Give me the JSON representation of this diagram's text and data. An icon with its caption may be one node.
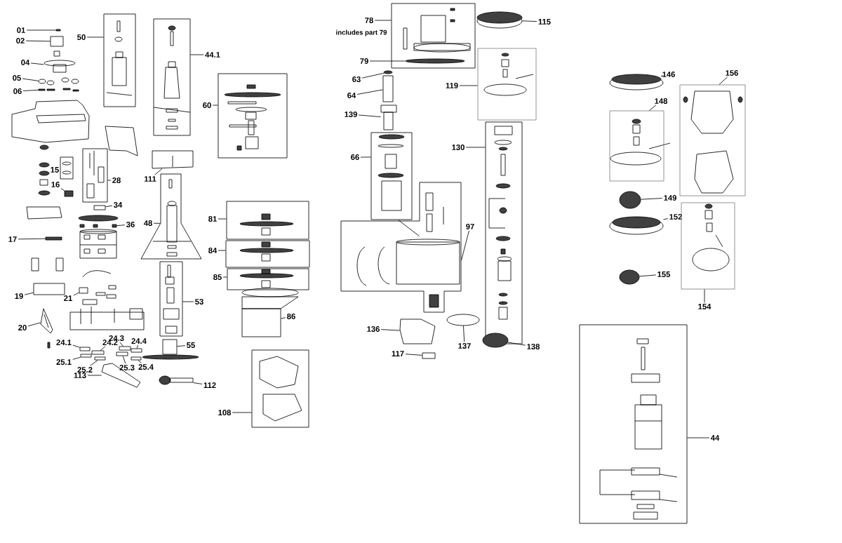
{
  "diagram": {
    "nodes": [
      {
        "text": [
          "01"
        ]
      },
      {
        "text": [
          "02"
        ]
      },
      {
        "text": [],
        "shape": "box"
      },
      {
        "text": [
          "50"
        ]
      },
      {
        "text": [],
        "shape": "box"
      },
      {
        "text": [
          "44.1"
        ]
      },
      {
        "text": [
          "04"
        ]
      },
      {
        "text": [
          "05"
        ]
      },
      {
        "text": [
          "06"
        ]
      },
      {
        "text": [],
        "shape": "box"
      },
      {
        "text": [
          "60"
        ]
      },
      {
        "text": [],
        "shape": "box"
      },
      {
        "text": [
          "15"
        ]
      },
      {
        "text": [],
        "shape": "box"
      },
      {
        "text": [
          "28"
        ]
      },
      {
        "text": [
          "16"
        ]
      },
      {
        "text": [
          "111"
        ]
      },
      {
        "text": [
          "34"
        ]
      },
      {
        "text": [],
        "shape": "box"
      },
      {
        "text": [
          "48"
        ]
      },
      {
        "text": [
          "36"
        ]
      },
      {
        "text": [
          "17"
        ]
      },
      {
        "text": [],
        "shape": "box"
      },
      {
        "text": [
          "81"
        ]
      },
      {
        "text": [],
        "shape": "box"
      },
      {
        "text": [
          "84"
        ]
      },
      {
        "text": [],
        "shape": "box"
      },
      {
        "text": [
          "85"
        ]
      },
      {
        "text": [
          "19"
        ]
      },
      {
        "text": [
          "21"
        ]
      },
      {
        "text": [],
        "shape": "box"
      },
      {
        "text": [
          "53"
        ]
      },
      {
        "text": [
          "86"
        ]
      },
      {
        "text": [
          "20"
        ]
      },
      {
        "text": [
          "24.1"
        ]
      },
      {
        "text": [
          "24.2"
        ]
      },
      {
        "text": [
          "24.3"
        ]
      },
      {
        "text": [
          "24.4"
        ]
      },
      {
        "text": [
          "25.1"
        ]
      },
      {
        "text": [
          "25.2"
        ]
      },
      {
        "text": [
          "25.3"
        ]
      },
      {
        "text": [
          "25.4"
        ]
      },
      {
        "text": [
          "55"
        ]
      },
      {
        "text": [
          "113"
        ]
      },
      {
        "text": [
          "112"
        ]
      },
      {
        "text": [],
        "shape": "box"
      },
      {
        "text": [
          "108"
        ]
      },
      {
        "text": [],
        "shape": "box",
        "beside": [
          "includes part 79"
        ]
      },
      {
        "text": [
          "78"
        ]
      },
      {
        "text": [
          "79"
        ]
      },
      {
        "text": [
          "63"
        ]
      },
      {
        "text": [
          "64"
        ]
      },
      {
        "text": [
          "139"
        ]
      },
      {
        "text": [],
        "shape": "box"
      },
      {
        "text": [
          "66"
        ]
      },
      {
        "text": [],
        "shape": "box"
      },
      {
        "text": [
          "97"
        ]
      },
      {
        "text": [
          "136"
        ]
      },
      {
        "text": [
          "137"
        ]
      },
      {
        "text": [
          "117"
        ]
      },
      {
        "text": [
          "115"
        ]
      },
      {
        "text": [],
        "shape": "box"
      },
      {
        "text": [
          "119"
        ]
      },
      {
        "text": [],
        "shape": "box"
      },
      {
        "text": [
          "130"
        ]
      },
      {
        "text": [
          "138"
        ]
      },
      {
        "text": [
          "146"
        ]
      },
      {
        "text": [
          "156"
        ]
      },
      {
        "text": [],
        "shape": "box"
      },
      {
        "text": [
          "148"
        ]
      },
      {
        "text": [],
        "shape": "box"
      },
      {
        "text": [
          "149"
        ]
      },
      {
        "text": [
          "152"
        ]
      },
      {
        "text": [
          "155"
        ]
      },
      {
        "text": [],
        "shape": "box"
      },
      {
        "text": [
          "154"
        ]
      },
      {
        "text": [],
        "shape": "box"
      },
      {
        "text": [
          "44"
        ]
      },
      {
        "text": [],
        "shape": "box"
      },
      {
        "text": [],
        "shape": "box"
      },
      {
        "text": [],
        "shape": "picture"
      },
      {
        "text": [],
        "shape": "circle"
      },
      {
        "text": [],
        "shape": "box"
      },
      {
        "text": [],
        "shape": "box"
      },
      {
        "text": [],
        "shape": "picture"
      },
      {
        "text": [],
        "shape": "box"
      },
      {
        "text": [],
        "shape": "box"
      },
      {
        "text": [],
        "shape": "bar"
      },
      {
        "text": [],
        "shape": "box"
      },
      {
        "text": [],
        "shape": "box"
      },
      {
        "text": [],
        "shape": "box"
      },
      {
        "text": [],
        "shape": "picture"
      },
      {
        "text": [],
        "shape": "box"
      },
      {
        "text": [],
        "shape": "box"
      },
      {
        "text": [],
        "shape": "box"
      },
      {
        "text": [],
        "shape": "box"
      },
      {
        "text": [],
        "shape": "box"
      },
      {
        "text": [],
        "shape": "box"
      },
      {
        "text": [],
        "shape": "box"
      },
      {
        "text": [],
        "shape": "box"
      },
      {
        "text": [],
        "shape": "box"
      },
      {
        "text": [],
        "shape": "picture"
      },
      {
        "text": [],
        "shape": "picture"
      },
      {
        "text": [],
        "shape": "circle",
        "in": 47
      },
      {
        "text": [],
        "shape": "circle"
      },
      {
        "text": [],
        "shape": "box"
      },
      {
        "text": [],
        "shape": "picture"
      },
      {
        "text": [],
        "shape": "picture"
      },
      {
        "text": [],
        "shape": "circle"
      },
      {
        "text": [],
        "shape": "box"
      },
      {
        "text": [],
        "shape": "picture"
      },
      {
        "text": [],
        "shape": "circle"
      },
      {
        "text": [],
        "shape": "picture"
      },
      {
        "text": [],
        "shape": "circle"
      },
      {
        "text": [],
        "shape": "picture"
      },
      {
        "text": [],
        "shape": "circle"
      }
    ],
    "edges": [
      {
        "from": 0,
        "to": 78,
        "arrow": "none"
      },
      {
        "from": 1,
        "to": 79,
        "arrow": "none"
      },
      {
        "from": 3,
        "to": 2,
        "arrow": "none"
      },
      {
        "from": 5,
        "to": 4,
        "arrow": "none"
      },
      {
        "from": 6,
        "to": 80,
        "arrow": "none"
      },
      {
        "from": 7,
        "to": 81,
        "arrow": "none"
      },
      {
        "from": 8,
        "to": 82,
        "arrow": "none"
      },
      {
        "from": 10,
        "to": 9,
        "arrow": "none"
      },
      {
        "from": 14,
        "to": 13,
        "arrow": "none"
      },
      {
        "from": 15,
        "to": 83,
        "arrow": "none"
      },
      {
        "from": 16,
        "to": 84,
        "arrow": "none"
      },
      {
        "from": 17,
        "to": 85,
        "arrow": "none"
      },
      {
        "from": 19,
        "to": 18,
        "arrow": "none"
      },
      {
        "from": 20,
        "to": 86,
        "arrow": "none"
      },
      {
        "from": 21,
        "to": 87,
        "arrow": "none"
      },
      {
        "from": 23,
        "to": 22,
        "arrow": "none"
      },
      {
        "from": 25,
        "to": 24,
        "arrow": "none"
      },
      {
        "from": 27,
        "to": 26,
        "arrow": "none"
      },
      {
        "from": 28,
        "to": 88,
        "arrow": "none"
      },
      {
        "from": 29,
        "to": 89,
        "arrow": "none"
      },
      {
        "from": 31,
        "to": 30,
        "arrow": "none"
      },
      {
        "from": 32,
        "to": 90,
        "arrow": "none"
      },
      {
        "from": 33,
        "to": 91,
        "arrow": "none"
      },
      {
        "from": 34,
        "to": 92,
        "arrow": "none"
      },
      {
        "from": 35,
        "to": 93,
        "arrow": "none"
      },
      {
        "from": 36,
        "to": 94,
        "arrow": "none"
      },
      {
        "from": 37,
        "to": 95,
        "arrow": "none"
      },
      {
        "from": 38,
        "to": 96,
        "arrow": "none"
      },
      {
        "from": 39,
        "to": 97,
        "arrow": "none"
      },
      {
        "from": 40,
        "to": 98,
        "arrow": "none"
      },
      {
        "from": 41,
        "to": 99,
        "arrow": "none"
      },
      {
        "from": 42,
        "to": 100,
        "arrow": "none"
      },
      {
        "from": 43,
        "to": 101,
        "arrow": "none"
      },
      {
        "from": 44,
        "to": 102,
        "arrow": "none"
      },
      {
        "from": 46,
        "to": 45,
        "arrow": "none"
      },
      {
        "from": 48,
        "to": 47,
        "arrow": "none"
      },
      {
        "from": 49,
        "to": 103,
        "arrow": "none"
      },
      {
        "from": 50,
        "to": 104,
        "arrow": "none"
      },
      {
        "from": 51,
        "to": 105,
        "arrow": "none"
      },
      {
        "from": 52,
        "to": 106,
        "arrow": "none"
      },
      {
        "from": 54,
        "to": 53,
        "arrow": "none"
      },
      {
        "from": 56,
        "to": 55,
        "arrow": "none"
      },
      {
        "from": 57,
        "to": 107,
        "arrow": "none"
      },
      {
        "from": 58,
        "to": 108,
        "arrow": "none"
      },
      {
        "from": 59,
        "to": 109,
        "arrow": "none"
      },
      {
        "from": 60,
        "to": 110,
        "arrow": "none"
      },
      {
        "from": 62,
        "to": 61,
        "arrow": "none"
      },
      {
        "from": 64,
        "to": 63,
        "arrow": "none"
      },
      {
        "from": 65,
        "to": 111,
        "arrow": "none"
      },
      {
        "from": 66,
        "to": 112,
        "arrow": "none"
      },
      {
        "from": 67,
        "to": 68,
        "arrow": "none"
      },
      {
        "from": 69,
        "to": 70,
        "arrow": "none"
      },
      {
        "from": 71,
        "to": 113,
        "arrow": "none"
      },
      {
        "from": 72,
        "to": 114,
        "arrow": "none"
      },
      {
        "from": 73,
        "to": 115,
        "arrow": "none"
      },
      {
        "from": 75,
        "to": 74,
        "arrow": "none"
      },
      {
        "from": 77,
        "to": 76,
        "arrow": "none"
      },
      {
        "from": 53,
        "to": 55,
        "arrow": "none"
      }
    ]
  }
}
